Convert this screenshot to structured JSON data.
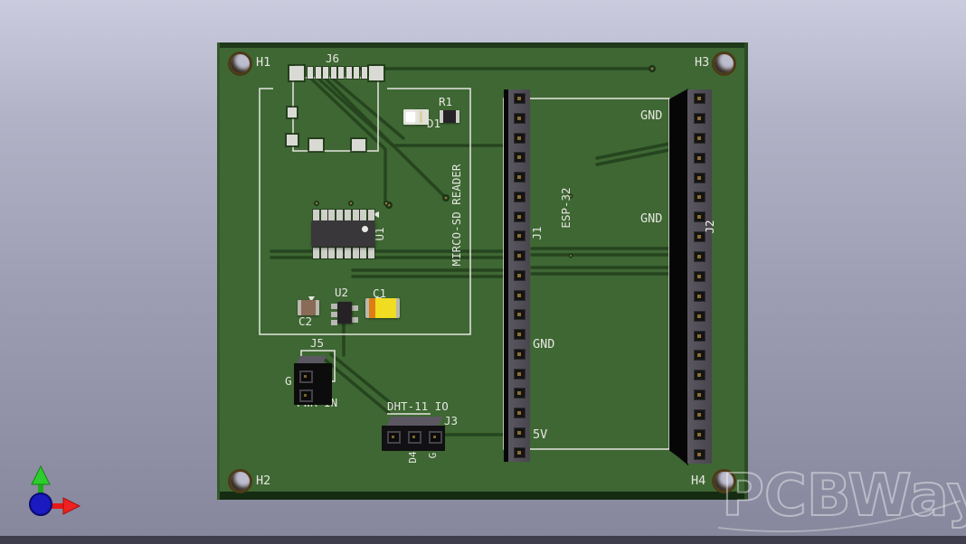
{
  "app": {
    "type": "3d-pcb-viewer",
    "watermark": "PCBWay"
  },
  "colors": {
    "board_green": "#3e6733",
    "trace_green": "#26451f",
    "silkscreen_white": "#e6e6e0",
    "background_top": "#cbcbde",
    "background_bottom": "#86869c",
    "axis_x_red": "#e81818",
    "axis_y_green": "#2ecc2e",
    "axis_z_blue": "#2233cc"
  },
  "board": {
    "mounting_holes": {
      "h1": "H1",
      "h2": "H2",
      "h3": "H3",
      "h4": "H4"
    },
    "silkscreen": {
      "sd_section_title": "MIRCO-SD READER",
      "esp32_title": "ESP-32",
      "j6": "J6",
      "r1": "R1",
      "d1": "D1",
      "u1": "U1",
      "u2": "U2",
      "c1": "C1",
      "c2": "C2",
      "j5": "J5",
      "j5_pin_g": "G",
      "j5_caption": "PWR IN",
      "j3": "J3",
      "j3_caption": "DHT-11 IO",
      "j3_pin_d4": "D4",
      "j3_pin_g": "G",
      "j1": "J1",
      "j2": "J2",
      "j1_gnd": "GND",
      "j1_5v": "5V",
      "j2_gnd_top": "GND",
      "j2_gnd_mid": "GND"
    },
    "headers": {
      "j1_pin_count": 19,
      "j2_pin_count": 19,
      "j6_pad_count": 8,
      "u1_leads_per_side": 8,
      "j5_pin_count": 2,
      "j3_pin_count": 3
    }
  }
}
